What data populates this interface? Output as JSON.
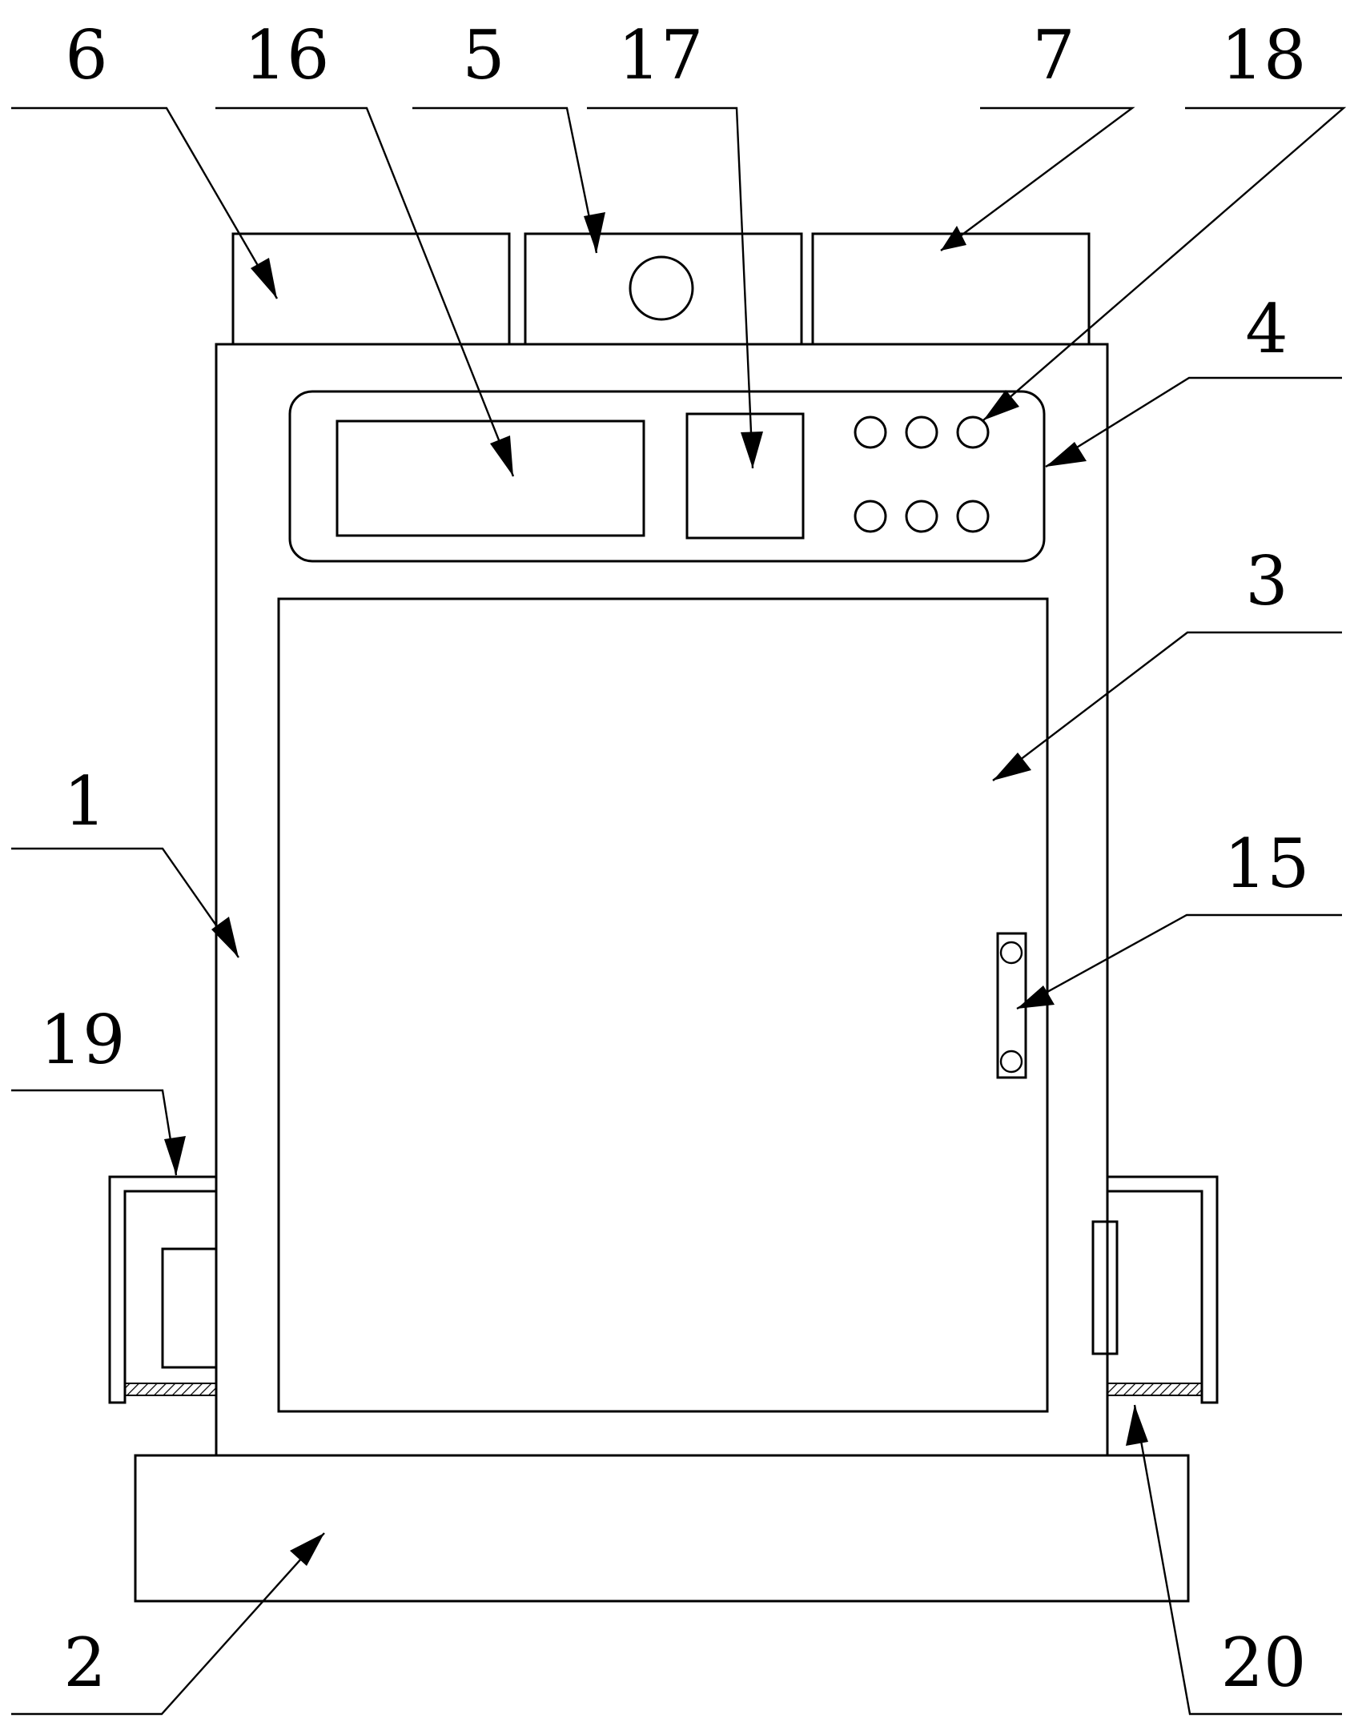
{
  "labels": {
    "l1": "1",
    "l2": "2",
    "l3": "3",
    "l4": "4",
    "l5": "5",
    "l6": "6",
    "l7": "7",
    "l15": "15",
    "l16": "16",
    "l17": "17",
    "l18": "18",
    "l19": "19",
    "l20": "20"
  }
}
